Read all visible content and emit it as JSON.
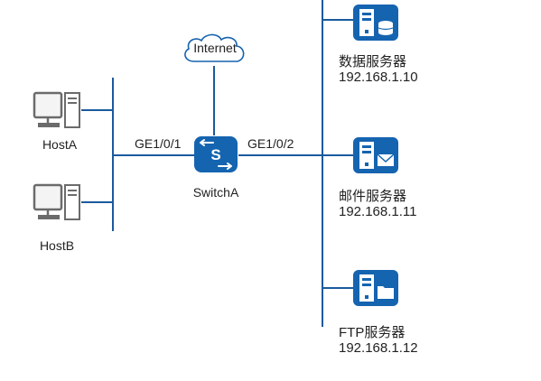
{
  "colors": {
    "line": "#1a5a9e",
    "device_blue": "#1564b0",
    "pc_gray": "#6b6b6b",
    "text": "#222222"
  },
  "internet": {
    "label": "Internet",
    "icon": "cloud-icon"
  },
  "switch": {
    "name": "SwitchA",
    "icon": "switch-icon",
    "glyph": "S"
  },
  "ports": {
    "left": "GE1/0/1",
    "right": "GE1/0/2"
  },
  "hosts": [
    {
      "name": "HostA",
      "icon": "pc-icon"
    },
    {
      "name": "HostB",
      "icon": "pc-icon"
    }
  ],
  "servers": [
    {
      "name": "数据服务器",
      "ip": "192.168.1.10",
      "icon": "database-server-icon"
    },
    {
      "name": "邮件服务器",
      "ip": "192.168.1.11",
      "icon": "mail-server-icon"
    },
    {
      "name": "FTP服务器",
      "ip": "192.168.1.12",
      "icon": "ftp-server-icon"
    }
  ]
}
